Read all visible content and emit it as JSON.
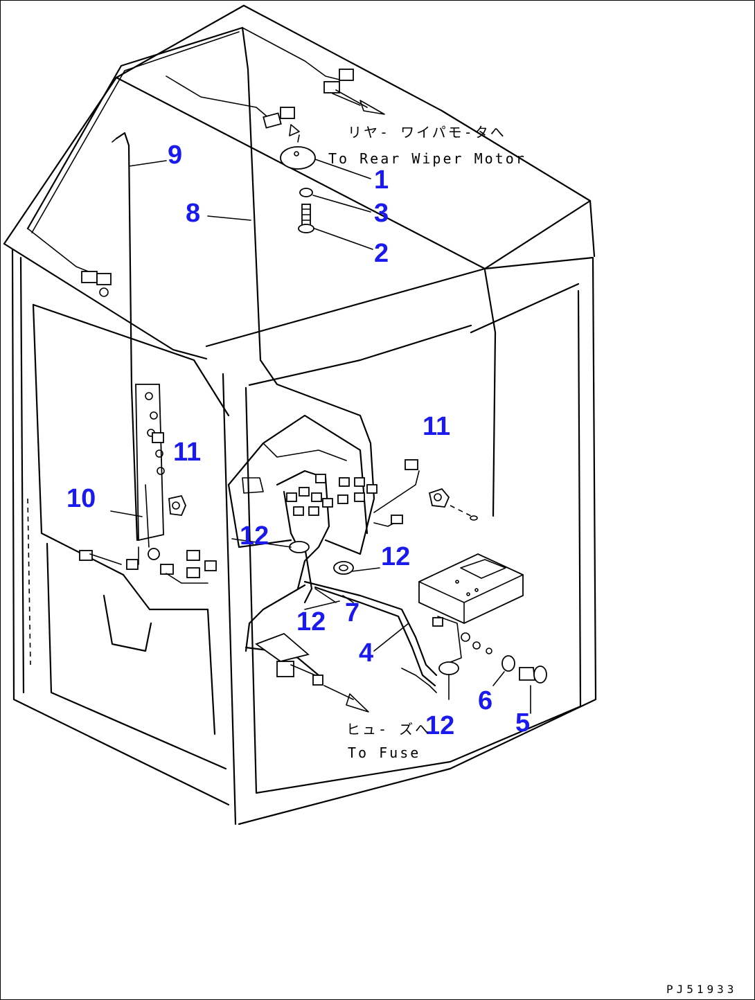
{
  "callouts": {
    "c1": "1",
    "c2": "2",
    "c3": "3",
    "c4": "4",
    "c5": "5",
    "c6": "6",
    "c7": "7",
    "c8": "8",
    "c9": "9",
    "c10": "10",
    "c11a": "11",
    "c11b": "11",
    "c12a": "12",
    "c12b": "12",
    "c12c": "12",
    "c12d": "12"
  },
  "notes": {
    "rear_wiper_jp": "リヤ- ワイパモ-タへ",
    "rear_wiper_en": "To Rear Wiper Motor",
    "fuse_jp": "ヒュ- ズへ",
    "fuse_en": "To Fuse"
  },
  "drawing_code": "PJ51933",
  "colors": {
    "callout": "#1a1aee",
    "line": "#000000"
  }
}
